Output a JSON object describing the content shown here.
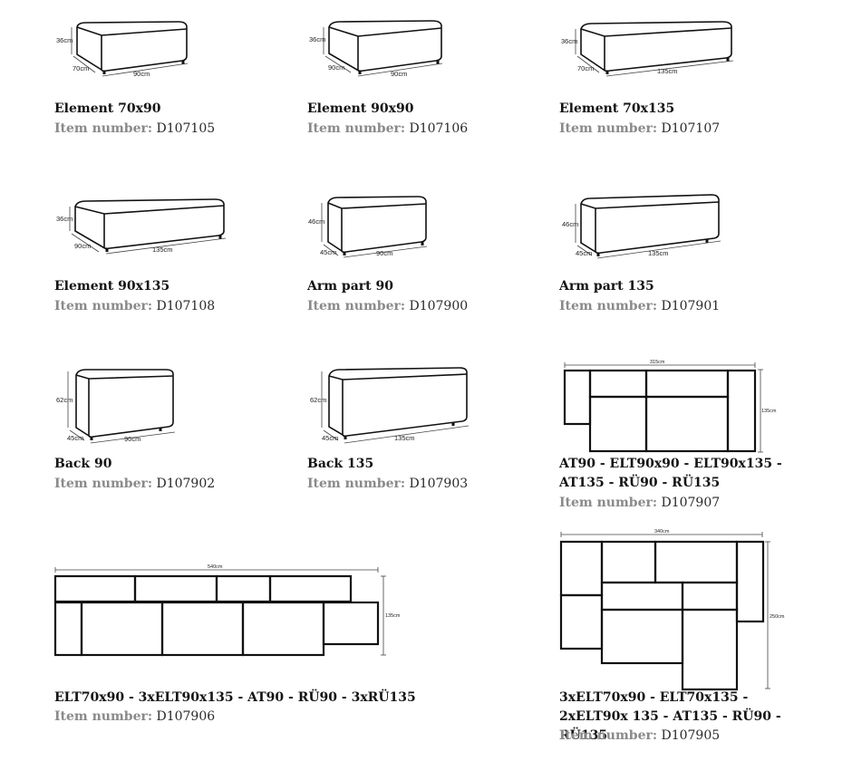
{
  "item_label": "Item number:",
  "products": [
    {
      "id": "p1",
      "title": "Element 70x90",
      "number": "D107105",
      "dims": {
        "h": "36cm",
        "d": "70cm",
        "w": "90cm"
      }
    },
    {
      "id": "p2",
      "title": "Element 90x90",
      "number": "D107106",
      "dims": {
        "h": "36cm",
        "d": "90cm",
        "w": "90cm"
      }
    },
    {
      "id": "p3",
      "title": "Element 70x135",
      "number": "D107107",
      "dims": {
        "h": "36cm",
        "d": "70cm",
        "w": "135cm"
      }
    },
    {
      "id": "p4",
      "title": "Element 90x135",
      "number": "D107108",
      "dims": {
        "h": "36cm",
        "d": "90cm",
        "w": "135cm"
      }
    },
    {
      "id": "p5",
      "title": "Arm part 90",
      "number": "D107900",
      "dims": {
        "h": "46cm",
        "d": "45cm",
        "w": "90cm"
      }
    },
    {
      "id": "p6",
      "title": "Arm part 135",
      "number": "D107901",
      "dims": {
        "h": "46cm",
        "d": "45cm",
        "w": "135cm"
      }
    },
    {
      "id": "p7",
      "title": "Back 90",
      "number": "D107902",
      "dims": {
        "h": "62cm",
        "d": "45cm",
        "w": "90cm"
      }
    },
    {
      "id": "p8",
      "title": "Back 135",
      "number": "D107903",
      "dims": {
        "h": "62cm",
        "d": "45cm",
        "w": "135cm"
      }
    },
    {
      "id": "p9",
      "title": "AT90 - ELT90x90 - ELT90x135 - AT135 - RÜ90 - RÜ135",
      "number": "D107907",
      "dims": {
        "w": "315cm",
        "d": "135cm"
      }
    },
    {
      "id": "p10",
      "title": "ELT70x90 - 3xELT90x135 - AT90 - RÜ90 - 3xRÜ135",
      "number": "D107906",
      "dims": {
        "w": "540cm",
        "d": "135cm"
      }
    },
    {
      "id": "p11",
      "title": "3xELT70x90 - ELT70x135 - 2xELT90x 135 - AT135 - RÜ90 - RÜ135",
      "number": "D107905",
      "dims": {
        "w": "340cm",
        "d": "250cm"
      }
    }
  ]
}
